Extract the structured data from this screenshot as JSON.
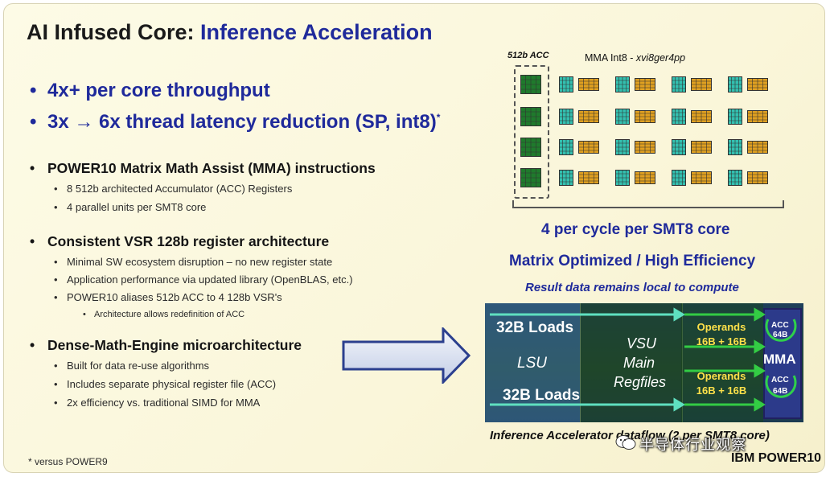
{
  "title": {
    "part1": "AI Infused Core: ",
    "part2": "Inference Acceleration"
  },
  "highlights": [
    {
      "bullet": "•",
      "text": "4x+ per core throughput"
    },
    {
      "bullet": "•",
      "text": "3x → 6x thread latency reduction (SP, int8)",
      "sup": "*"
    }
  ],
  "sections": [
    {
      "heading": "POWER10 Matrix Math Assist (MMA) instructions",
      "items": [
        "8 512b architected Accumulator (ACC) Registers",
        "4 parallel units per SMT8 core"
      ]
    },
    {
      "heading": "Consistent VSR 128b register architecture",
      "items": [
        "Minimal SW ecosystem disruption – no new register state",
        "Application performance via updated library (OpenBLAS, etc.)",
        "POWER10 aliases 512b ACC to 4 128b VSR's"
      ],
      "subitem": "Architecture allows redefinition of ACC"
    },
    {
      "heading": "Dense-Math-Engine microarchitecture",
      "items": [
        "Built for data re-use algorithms",
        "Includes separate physical register file (ACC)",
        "2x efficiency vs. traditional SIMD for MMA"
      ]
    }
  ],
  "footnote": "* versus POWER9",
  "brand": "IBM POWER10",
  "diagram": {
    "acc_label": "512b ACC",
    "mma_label_prefix": "MMA Int8 - ",
    "mma_label_instr": "xvi8ger4pp",
    "per_cycle": "4 per cycle per SMT8 core",
    "optimized": "Matrix Optimized / High Efficiency",
    "result_local": "Result data remains local to compute",
    "flow": {
      "loads_top": "32B Loads",
      "lsu": "LSU",
      "loads_bottom": "32B Loads",
      "vsu": [
        "VSU",
        "Main",
        "Regfiles"
      ],
      "operands_top": [
        "Operands",
        "16B + 16B"
      ],
      "operands_bottom": [
        "Operands",
        "16B + 16B"
      ],
      "acc_top": [
        "ACC",
        "64B"
      ],
      "mma": "MMA",
      "acc_bottom": [
        "ACC",
        "64B"
      ]
    },
    "flow_caption": "Inference Accelerator dataflow (2 per SMT8 core)",
    "watermark": "半导体行业观察",
    "colors": {
      "acc_green": "#1f7a2c",
      "teal": "#33c0b0",
      "orange": "#e0a020",
      "navy": "#1f2a9b"
    }
  }
}
